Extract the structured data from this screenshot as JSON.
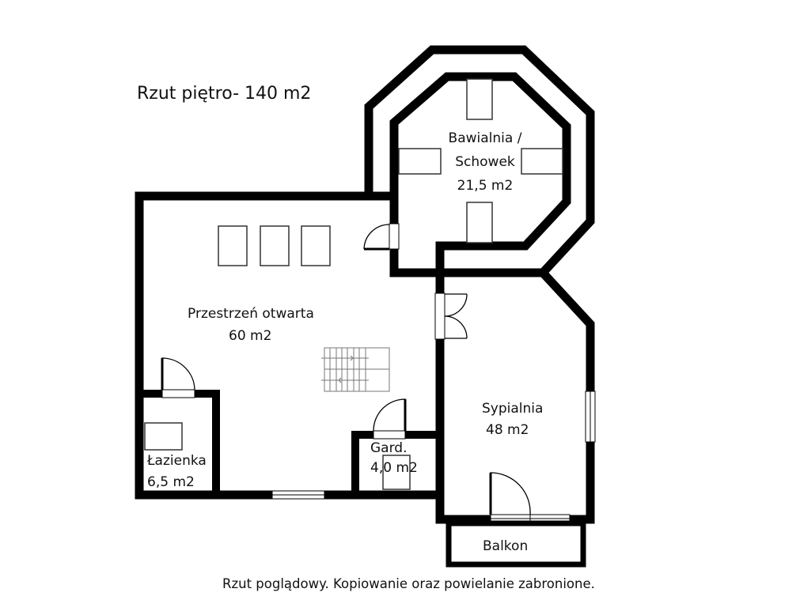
{
  "plan": {
    "title": "Rzut piętro- 140 m2",
    "footer": "Rzut poglądowy. Kopiowanie oraz powielanie zabronione.",
    "wall_color": "#000000",
    "background": "#ffffff"
  },
  "rooms": {
    "playroom": {
      "name_line1": "Bawialnia /",
      "name_line2": "Schowek",
      "area": "21,5 m2"
    },
    "open_space": {
      "name": "Przestrzeń otwarta",
      "area": "60 m2"
    },
    "bathroom": {
      "name": "Łazienka",
      "area": "6,5 m2"
    },
    "wardrobe": {
      "name": "Gard.",
      "area": "4,0 m2"
    },
    "bedroom": {
      "name": "Sypialnia",
      "area": "48 m2"
    },
    "balcony": {
      "name": "Balkon"
    }
  }
}
